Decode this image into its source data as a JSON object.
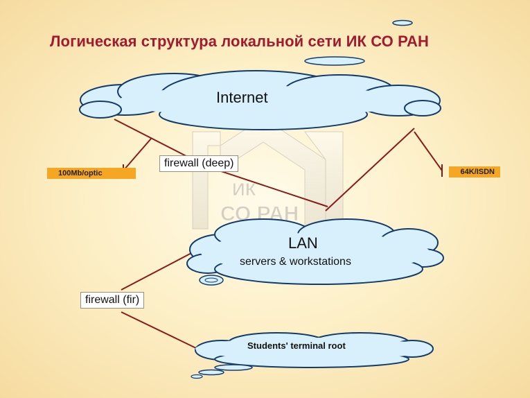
{
  "title": "Логическая структура локальной сети ИК СО РАН",
  "clouds": {
    "internet": "Internet",
    "lan": "LAN",
    "lan_sub": "servers & workstations",
    "students": "Students' terminal root"
  },
  "firewalls": {
    "deep": "firewall (deep)",
    "fir": "firewall (fir)"
  },
  "links": {
    "left": "100Mb/optic",
    "right": "64K/ISDN"
  },
  "watermark": "ИК СО РАН",
  "colors": {
    "title": "#a11a2e",
    "cloud_fill": "#d8f0fb",
    "cloud_stroke": "#123a6b",
    "link_line": "#8a1a1a",
    "tag": "#f5a623"
  }
}
